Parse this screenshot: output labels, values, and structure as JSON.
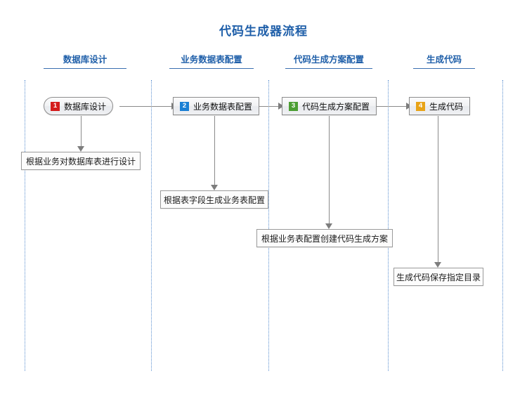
{
  "diagram": {
    "title": "代码生成器流程",
    "title_color": "#1f5fa9",
    "columns": [
      {
        "label": "数据库设计"
      },
      {
        "label": "业务数据表配置"
      },
      {
        "label": "代码生成方案配置"
      },
      {
        "label": "生成代码"
      }
    ],
    "steps": [
      {
        "number": "1",
        "label": "数据库设计",
        "badge_color": "#d41c1c",
        "shape": "pill",
        "description": "根据业务对数据库表进行设计"
      },
      {
        "number": "2",
        "label": "业务数据表配置",
        "badge_color": "#1a7fd4",
        "shape": "rect",
        "description": "根据表字段生成业务表配置"
      },
      {
        "number": "3",
        "label": "代码生成方案配置",
        "badge_color": "#4c9e33",
        "shape": "rect",
        "description": "根据业务表配置创建代码生成方案"
      },
      {
        "number": "4",
        "label": "生成代码",
        "badge_color": "#e8a317",
        "shape": "rect",
        "description": "生成代码保存指定目录"
      }
    ],
    "divider_color": "#5a8fd0",
    "connector_color": "#8a8a8a"
  }
}
